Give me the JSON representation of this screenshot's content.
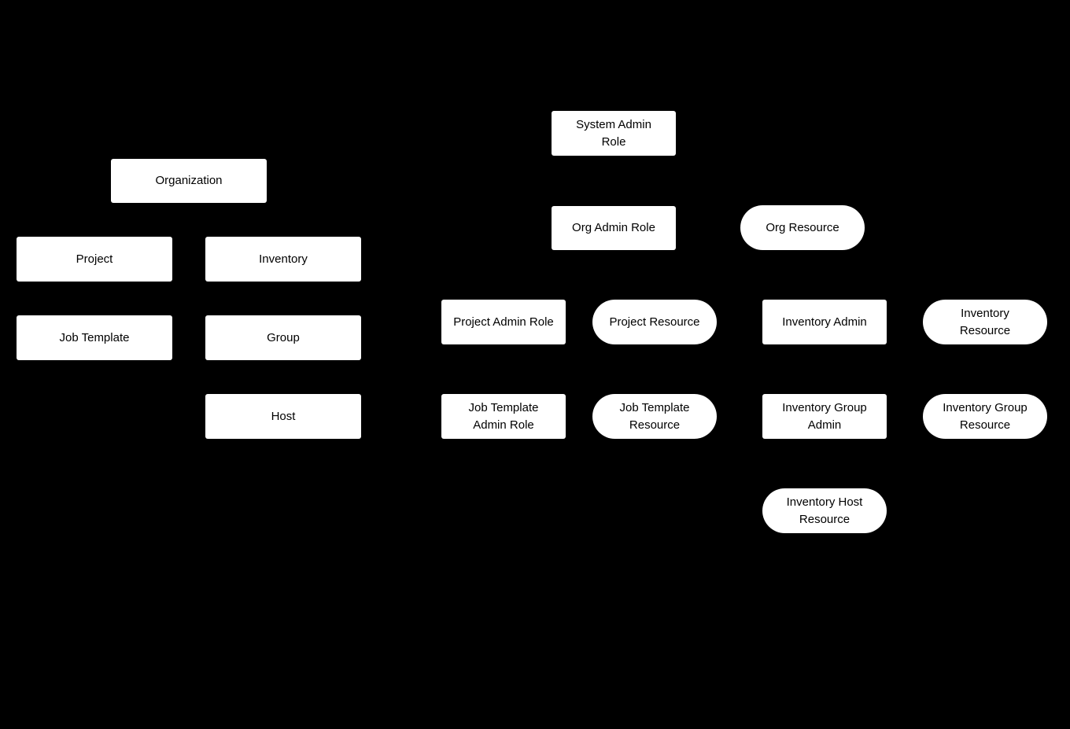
{
  "diagram": {
    "background_color": "#000000",
    "node_fill_color": "#ffffff",
    "node_text_color": "#000000",
    "nodes": [
      {
        "label": "Organization",
        "shape": "rectangle",
        "group": "object-hierarchy"
      },
      {
        "label": "Project",
        "shape": "rectangle",
        "group": "object-hierarchy"
      },
      {
        "label": "Inventory",
        "shape": "rectangle",
        "group": "object-hierarchy"
      },
      {
        "label": "Job Template",
        "shape": "rectangle",
        "group": "object-hierarchy"
      },
      {
        "label": "Group",
        "shape": "rectangle",
        "group": "object-hierarchy"
      },
      {
        "label": "Host",
        "shape": "rectangle",
        "group": "object-hierarchy"
      },
      {
        "label": "System Admin Role",
        "shape": "rectangle",
        "group": "role-hierarchy"
      },
      {
        "label": "Org Admin Role",
        "shape": "rectangle",
        "group": "role-hierarchy"
      },
      {
        "label": "Org Resource",
        "shape": "pill",
        "group": "role-hierarchy"
      },
      {
        "label": "Project Admin Role",
        "shape": "rectangle",
        "group": "role-hierarchy"
      },
      {
        "label": "Project Resource",
        "shape": "pill",
        "group": "role-hierarchy"
      },
      {
        "label": "Inventory Admin",
        "shape": "rectangle",
        "group": "role-hierarchy"
      },
      {
        "label": "Inventory Resource",
        "shape": "pill",
        "group": "role-hierarchy"
      },
      {
        "label": "Job Template Admin Role",
        "shape": "rectangle",
        "group": "role-hierarchy"
      },
      {
        "label": "Job Template Resource",
        "shape": "pill",
        "group": "role-hierarchy"
      },
      {
        "label": "Inventory Group Admin",
        "shape": "rectangle",
        "group": "role-hierarchy"
      },
      {
        "label": "Inventory Group Resource",
        "shape": "pill",
        "group": "role-hierarchy"
      },
      {
        "label": "Inventory Host Resource",
        "shape": "pill",
        "group": "role-hierarchy"
      }
    ]
  }
}
